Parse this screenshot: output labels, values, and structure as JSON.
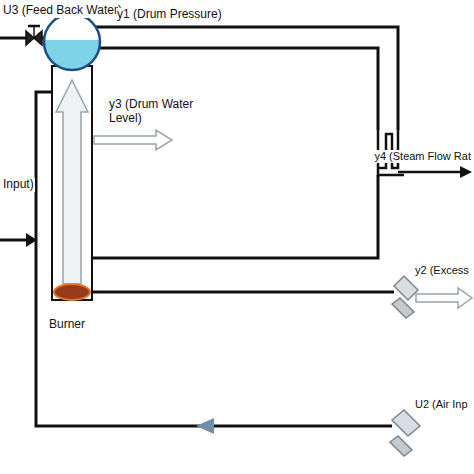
{
  "diagram": {
    "labels": [
      "U3 (Feed Back Water)",
      "y1 (Drum Pressure)",
      "y3 (Drum Water Level)",
      "y4 (Steam Flow Rat",
      "Input)",
      "y2 (Excess",
      "Burner",
      "U2 (Air Inp"
    ]
  }
}
